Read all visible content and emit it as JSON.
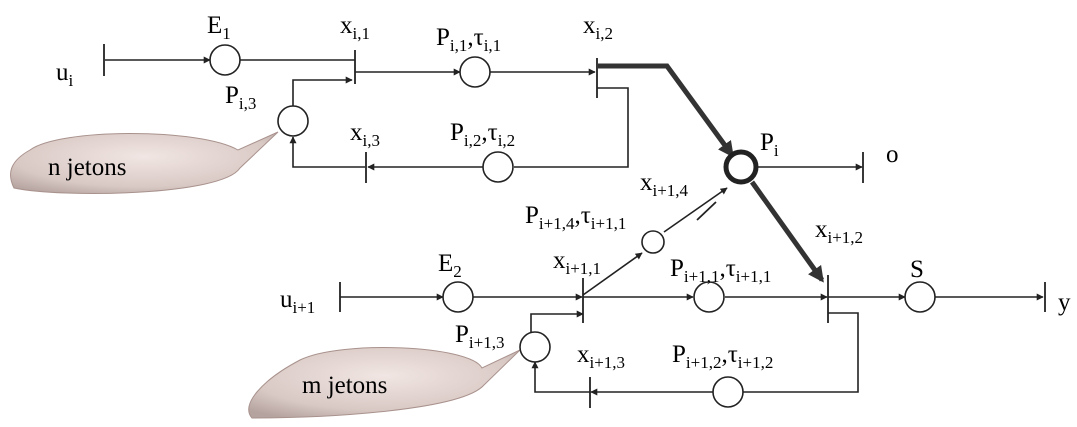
{
  "labels": {
    "u_i": {
      "main": "u",
      "sub": "i"
    },
    "E1": {
      "main": "E",
      "sub": "1"
    },
    "x_i1": {
      "main": "x",
      "sub": "i,1"
    },
    "P_i1_tau": {
      "main": "P",
      "sub": "i,1",
      "mid": ",τ",
      "sub2": "i,1"
    },
    "x_i2": {
      "main": "x",
      "sub": "i,2"
    },
    "P_i3": {
      "main": "P",
      "sub": "i,3"
    },
    "x_i3": {
      "main": "x",
      "sub": "i,3"
    },
    "P_i2_tau": {
      "main": "P",
      "sub": "i,2",
      "mid": ",τ",
      "sub2": "i,2"
    },
    "P_i": {
      "main": "P",
      "sub": "i"
    },
    "o": {
      "main": "o",
      "sub": ""
    },
    "x_i1_4": {
      "main": "x",
      "sub": "i+1,4"
    },
    "P_i1_4_tau": {
      "main": "P",
      "sub": "i+1,4",
      "mid": ",τ",
      "sub2": "i+1,1"
    },
    "x_i1_2": {
      "main": "x",
      "sub": "i+1,2"
    },
    "E2": {
      "main": "E",
      "sub": "2"
    },
    "x_i1_1": {
      "main": "x",
      "sub": "i+1,1"
    },
    "P_i1_1_tau": {
      "main": "P",
      "sub": "i+1,1",
      "mid": ",τ",
      "sub2": "i+1,1"
    },
    "S": {
      "main": "S",
      "sub": ""
    },
    "u_i1": {
      "main": "u",
      "sub": "i+1"
    },
    "y": {
      "main": "y",
      "sub": ""
    },
    "P_i1_3": {
      "main": "P",
      "sub": "i+1,3"
    },
    "x_i1_3": {
      "main": "x",
      "sub": "i+1,3"
    },
    "P_i1_2_tau": {
      "main": "P",
      "sub": "i+1,2",
      "mid": ",τ",
      "sub2": "i+1,2"
    }
  },
  "bubbles": {
    "n_tokens": "n jetons",
    "m_tokens": "m jetons"
  }
}
